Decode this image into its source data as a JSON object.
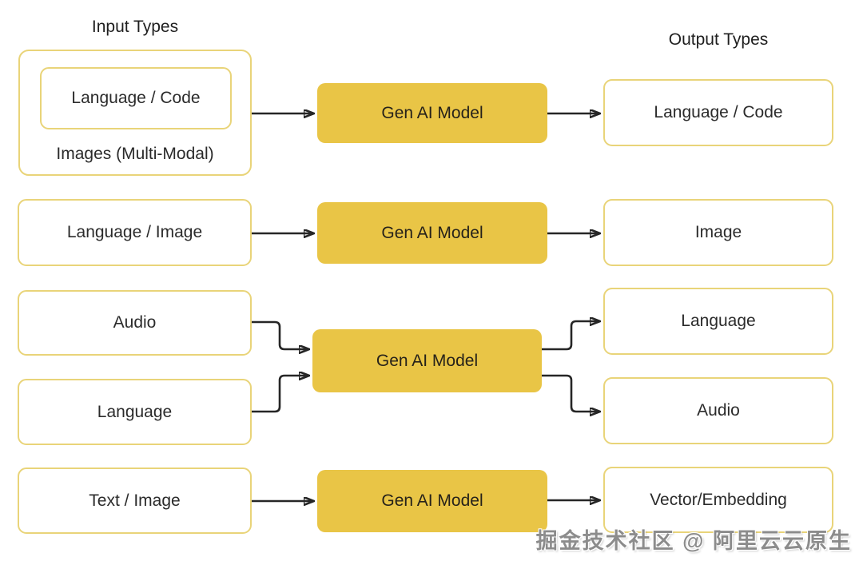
{
  "titles": {
    "input": "Input Types",
    "output": "Output Types"
  },
  "rows": {
    "row1": {
      "input_inner": "Language / Code",
      "input_sub": "Images (Multi-Modal)",
      "model": "Gen AI Model",
      "output": "Language / Code"
    },
    "row2": {
      "input": "Language / Image",
      "model": "Gen AI Model",
      "output": "Image"
    },
    "row3": {
      "input_top": "Audio",
      "input_bottom": "Language",
      "model": "Gen AI Model",
      "output_top": "Language",
      "output_bottom": "Audio"
    },
    "row4": {
      "input": "Text / Image",
      "model": "Gen AI Model",
      "output": "Vector/Embedding"
    }
  },
  "watermark": "掘金技术社区 @ 阿里云云原生",
  "colors": {
    "model_box_fill": "#E9C546",
    "outline_box_border": "#E9D479",
    "arrow": "#262626",
    "text": "#2b2b2b",
    "watermark_text": "#8c8c8c",
    "background": "#ffffff"
  }
}
